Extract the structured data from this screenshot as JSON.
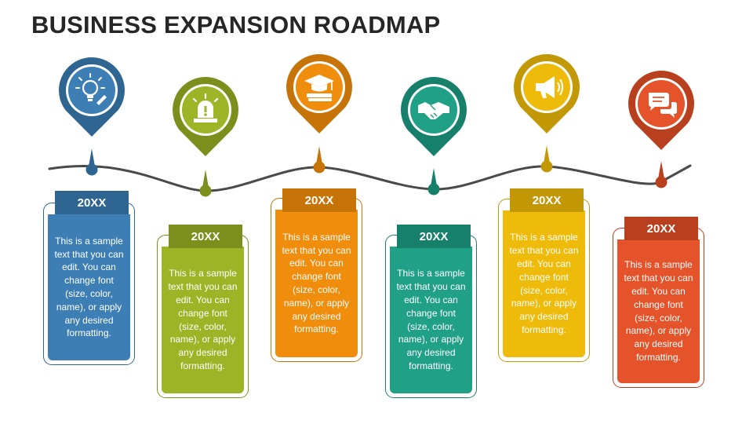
{
  "title": "BUSINESS EXPANSION ROADMAP",
  "milestones": [
    {
      "label": "20XX",
      "text": "This is a sample text that you can edit. You can change font (size, color, name), or apply any desired formatting.",
      "icon": "lightbulb-icon",
      "color": "#3d7fb5",
      "dark": "#2e6591"
    },
    {
      "label": "20XX",
      "text": "This is a sample text that you can edit. You can change font (size, color, name), or apply any desired formatting.",
      "icon": "alarm-light-icon",
      "color": "#9cb425",
      "dark": "#7c8f1c"
    },
    {
      "label": "20XX",
      "text": "This is a sample text that you can edit. You can change font (size, color, name), or apply any desired formatting.",
      "icon": "graduation-cap-icon",
      "color": "#f08d0c",
      "dark": "#c67308"
    },
    {
      "label": "20XX",
      "text": "This is a sample text that you can edit. You can change font (size, color, name), or apply any desired formatting.",
      "icon": "handshake-icon",
      "color": "#20a087",
      "dark": "#17806b"
    },
    {
      "label": "20XX",
      "text": "This is a sample text that you can edit. You can change font (size, color, name), or apply any desired formatting.",
      "icon": "megaphone-icon",
      "color": "#efbb0b",
      "dark": "#c29806"
    },
    {
      "label": "20XX",
      "text": "This is a sample text that you can edit. You can change font (size, color, name), or apply any desired formatting.",
      "icon": "chat-bubbles-icon",
      "color": "#e5532a",
      "dark": "#b8401e"
    }
  ]
}
